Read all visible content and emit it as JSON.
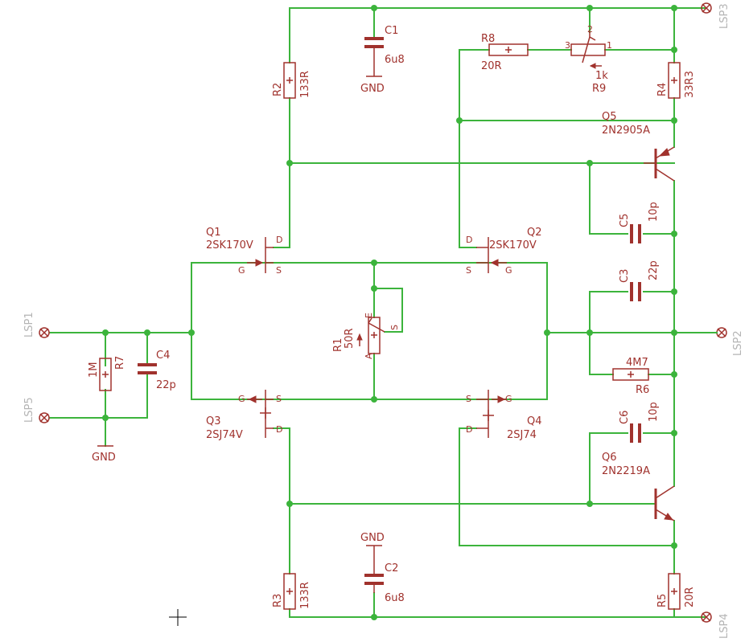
{
  "terminals": {
    "lsp1": "LSP1",
    "lsp2": "LSP2",
    "lsp3": "LSP3",
    "lsp4": "LSP4",
    "lsp5": "LSP5"
  },
  "gnd": "GND",
  "transistors": {
    "q1": {
      "name": "Q1",
      "value": "2SK170V"
    },
    "q2": {
      "name": "Q2",
      "value": "2SK170V"
    },
    "q3": {
      "name": "Q3",
      "value": "2SJ74V"
    },
    "q4": {
      "name": "Q4",
      "value": "2SJ74"
    },
    "q5": {
      "name": "Q5",
      "value": "2N2905A"
    },
    "q6": {
      "name": "Q6",
      "value": "2N2219A"
    }
  },
  "pins": {
    "g": "G",
    "s": "S",
    "d": "D",
    "e": "E",
    "a": "A",
    "pot_s": "S",
    "p1": "1",
    "p2": "2",
    "p3": "3"
  },
  "resistors": {
    "r1": {
      "name": "R1",
      "value": "50R"
    },
    "r2": {
      "name": "R2",
      "value": "133R"
    },
    "r3": {
      "name": "R3",
      "value": "133R"
    },
    "r4": {
      "name": "R4",
      "value": "33R3"
    },
    "r5": {
      "name": "R5",
      "value": "20R"
    },
    "r6": {
      "name": "R6",
      "value": "4M7"
    },
    "r7": {
      "name": "R7",
      "value": "1M"
    },
    "r8": {
      "name": "R8",
      "value": "20R"
    },
    "r9": {
      "name": "R9",
      "value": "1k"
    }
  },
  "capacitors": {
    "c1": {
      "name": "C1",
      "value": "6u8"
    },
    "c2": {
      "name": "C2",
      "value": "6u8"
    },
    "c3": {
      "name": "C3",
      "value": "22p"
    },
    "c4": {
      "name": "C4",
      "value": "22p"
    },
    "c5": {
      "name": "C5",
      "value": "10p"
    },
    "c6": {
      "name": "C6",
      "value": "10p"
    }
  },
  "colors": {
    "wire": "#3cb43c",
    "part": "#a0322d",
    "terminal_label": "#b4b4b4",
    "background": "#ffffff"
  }
}
